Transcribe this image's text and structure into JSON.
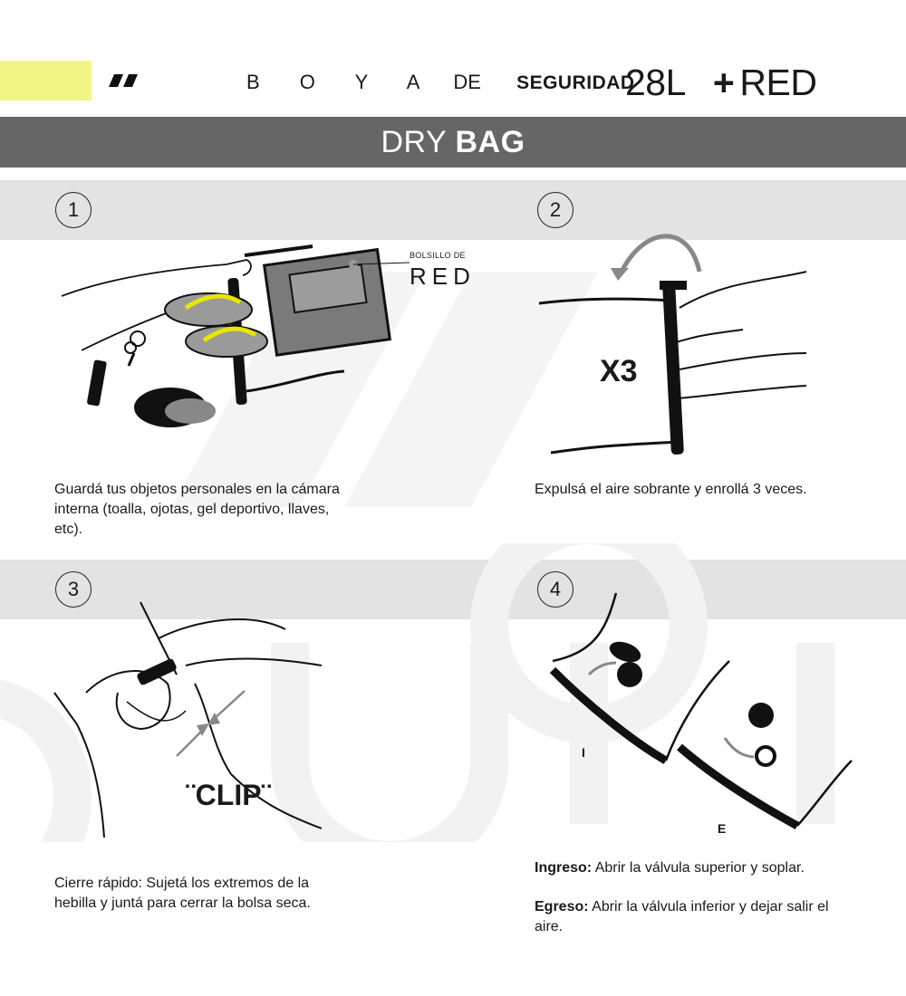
{
  "header": {
    "title_spaced": "B O Y A",
    "title_de": "DE",
    "title_bold": "SEGURIDAD",
    "capacity": "28L",
    "plus": "+",
    "red": "RED",
    "accent_color": "#f2f586"
  },
  "banner": {
    "light": "DRY",
    "bold": "BAG",
    "bg_color": "#666666"
  },
  "steps": [
    {
      "number": "1",
      "label_line1": "BOLSILLO DE",
      "label_line2": "RED",
      "caption": "Guardá tus objetos personales en la cámara interna (toalla, ojotas, gel deportivo, llaves, etc)."
    },
    {
      "number": "2",
      "label": "X3",
      "caption": "Expulsá el aire sobrante y enrollá 3 veces."
    },
    {
      "number": "3",
      "label": "¨CLIP¨",
      "caption": "Cierre rápido:  Sujetá los extremos de la hebilla y juntá para cerrar la bolsa seca."
    },
    {
      "number": "4",
      "label_i": "I",
      "label_e": "E",
      "ingreso_label": "Ingreso:",
      "ingreso_text": " Abrir la válvula superior y soplar.",
      "egreso_label": "Egreso:",
      "egreso_text": " Abrir la válvula inferior y dejar salir el aire."
    }
  ]
}
